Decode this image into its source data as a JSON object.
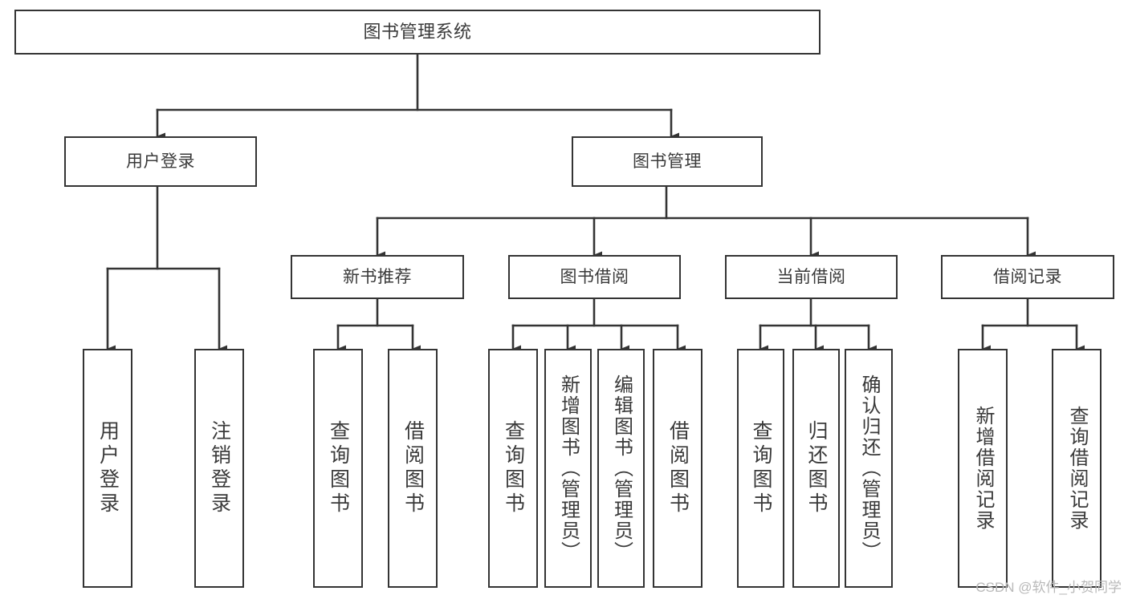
{
  "diagram": {
    "title": "图书管理系统",
    "type": "tree-hierarchy",
    "colors": {
      "box_border": "#343434",
      "box_fill": "#ffffff",
      "text": "#3a3a3a",
      "line": "#343434",
      "watermark": "#b9b9b9",
      "background": "#ffffff"
    },
    "root": {
      "label": "图书管理系统"
    },
    "level2": [
      {
        "label": "用户登录"
      },
      {
        "label": "图书管理"
      }
    ],
    "level3": [
      {
        "label": "新书推荐"
      },
      {
        "label": "图书借阅"
      },
      {
        "label": "当前借阅"
      },
      {
        "label": "借阅记录"
      }
    ],
    "leaves": {
      "user_login": [
        {
          "label": "用户登录"
        },
        {
          "label": "注销登录"
        }
      ],
      "new_book_recommend": [
        {
          "label": "查询图书"
        },
        {
          "label": "借阅图书"
        }
      ],
      "book_borrow": [
        {
          "label": "查询图书"
        },
        {
          "label": "新增图书（管理员）"
        },
        {
          "label": "编辑图书（管理员）"
        },
        {
          "label": "借阅图书"
        }
      ],
      "current_borrow": [
        {
          "label": "查询图书"
        },
        {
          "label": "归还图书"
        },
        {
          "label": "确认归还（管理员）"
        }
      ],
      "borrow_record": [
        {
          "label": "新增借阅记录"
        },
        {
          "label": "查询借阅记录"
        }
      ]
    }
  },
  "watermark": {
    "text": "CSDN @软件_小贺同学"
  }
}
